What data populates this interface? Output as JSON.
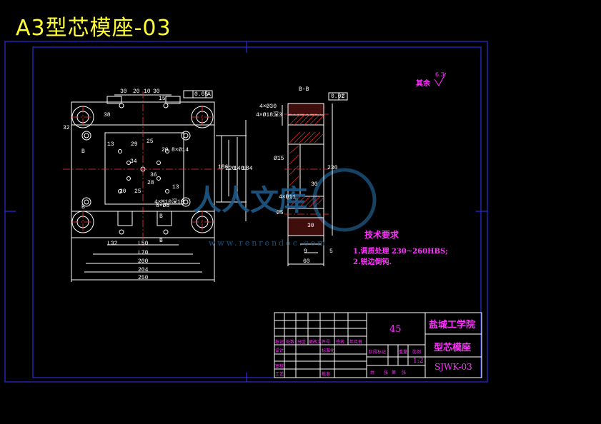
{
  "title": "A3型芯模座-03",
  "roughness_note": "其余",
  "roughness_value": "6.3",
  "tech": {
    "heading": "技术要求",
    "items": [
      "1.调质处理 230~260HBS;",
      "2.锐边倒钝."
    ]
  },
  "title_block": {
    "material": "45",
    "school": "盐城工学院",
    "part_name": "型芯模座",
    "drawing_no": "SJWK-03",
    "scale": "1:2",
    "labels": [
      "标记",
      "处数",
      "分区",
      "更改文件号",
      "签名",
      "年月日",
      "设计",
      "标准化",
      "审核",
      "工艺",
      "批准",
      "阶段标记",
      "重量",
      "比例",
      "共",
      "张",
      "第",
      "张"
    ]
  },
  "watermark": {
    "main": "人人文库",
    "url": "www.renrendoc.com"
  },
  "front_dims": [
    "30",
    "20",
    "10",
    "30",
    "15",
    "0.05",
    "A",
    "32",
    "38",
    "13",
    "29",
    "25",
    "20",
    "34",
    "36",
    "28",
    "20",
    "25",
    "13",
    "186",
    "120",
    "140",
    "184",
    "4×M10深19",
    "L32",
    "L50",
    "L70",
    "200",
    "204",
    "250",
    "B",
    "B",
    "B",
    "B",
    "8×Ø14",
    "8×Ø8"
  ],
  "side_dims": [
    "B-B",
    "0.02",
    "C",
    "4×Ø30",
    "4×Ø18深3",
    "230",
    "30",
    "30",
    "4×Ø11",
    "9",
    "5",
    "60",
    "Ø15",
    "Ø5"
  ]
}
